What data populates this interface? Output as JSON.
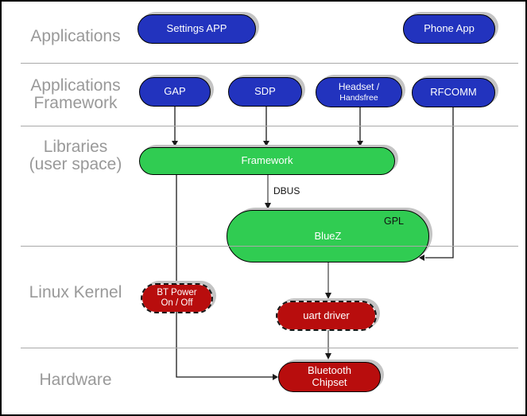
{
  "row_labels": {
    "applications": "Applications",
    "app_framework_1": "Applications",
    "app_framework_2": "Framework",
    "libraries_1": "Libraries",
    "libraries_2": "(user space)",
    "linux_kernel": "Linux Kernel",
    "hardware": "Hardware"
  },
  "nodes": {
    "settings_app": "Settings APP",
    "phone_app": "Phone App",
    "gap": "GAP",
    "sdp": "SDP",
    "headset_1": "Headset /",
    "headset_2": "Handsfree",
    "rfcomm": "RFCOMM",
    "framework": "Framework",
    "bluez": "BlueZ",
    "bt_power_1": "BT Power",
    "bt_power_2": "On / Off",
    "uart_driver": "uart driver",
    "chipset_1": "Bluetooth",
    "chipset_2": "Chipset"
  },
  "annotations": {
    "gpl": "GPL",
    "dbus": "DBUS"
  },
  "colors": {
    "application_node_blue": "#2233be",
    "library_node_green": "#30cc52",
    "kernel_node_red": "#b80d0d",
    "node_shadow": "#c4c4c4",
    "row_label_gray": "#999999",
    "divider_gray": "#a9a9a9"
  }
}
